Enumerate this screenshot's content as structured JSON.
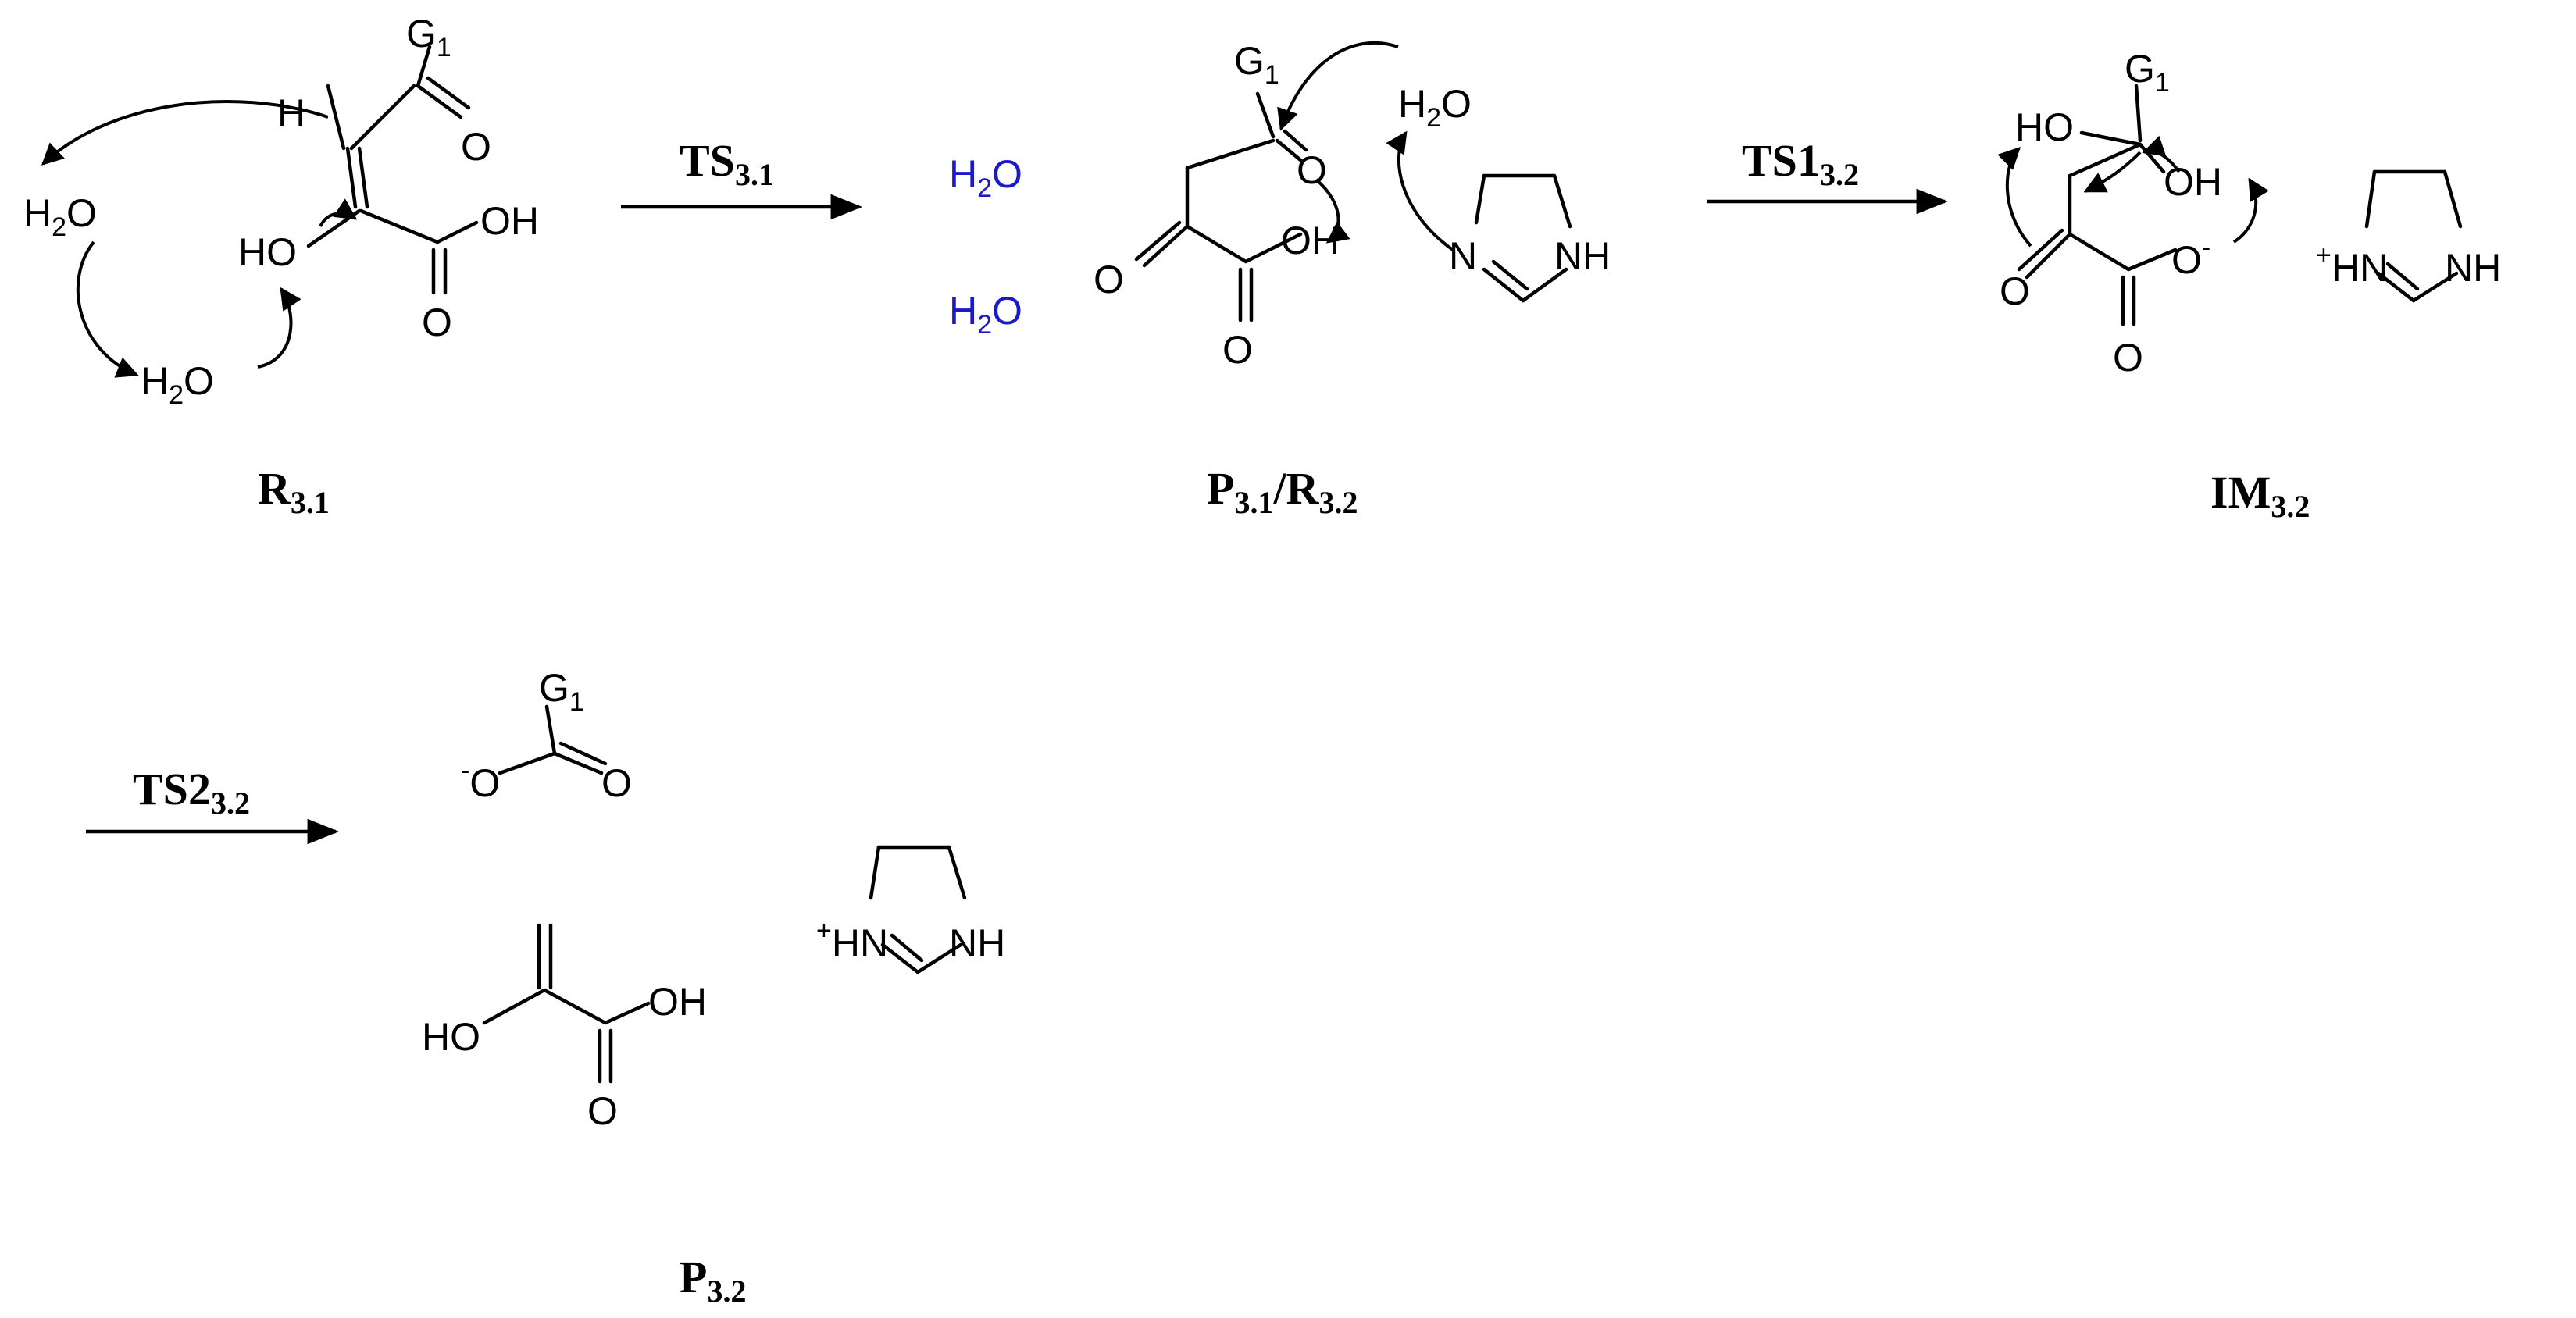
{
  "atoms": {
    "g": "G",
    "one": "1",
    "h": "H",
    "o": "O",
    "oh": "OH",
    "ho": "HO",
    "h2": "H",
    "two": "2",
    "h2o_tail": "O",
    "n": "N",
    "nh": "NH",
    "hn": "HN",
    "plus": "+",
    "minus": "-"
  },
  "labels": {
    "r31": {
      "main": "R",
      "sub": "3.1"
    },
    "p31r32": {
      "main1": "P",
      "sub1": "3.1",
      "slash": "/R",
      "sub2": "3.2"
    },
    "im32": {
      "main": "IM",
      "sub": "3.2"
    },
    "p32": {
      "main": "P",
      "sub": "3.2"
    }
  },
  "arrows": {
    "ts31": {
      "main": "TS",
      "sub": "3.1"
    },
    "ts132": {
      "main": "TS1",
      "sub": "3.2"
    },
    "ts232": {
      "main": "TS2",
      "sub": "3.2"
    }
  },
  "colors": {
    "water_highlight": "#1a1acc",
    "ink": "#000000"
  }
}
